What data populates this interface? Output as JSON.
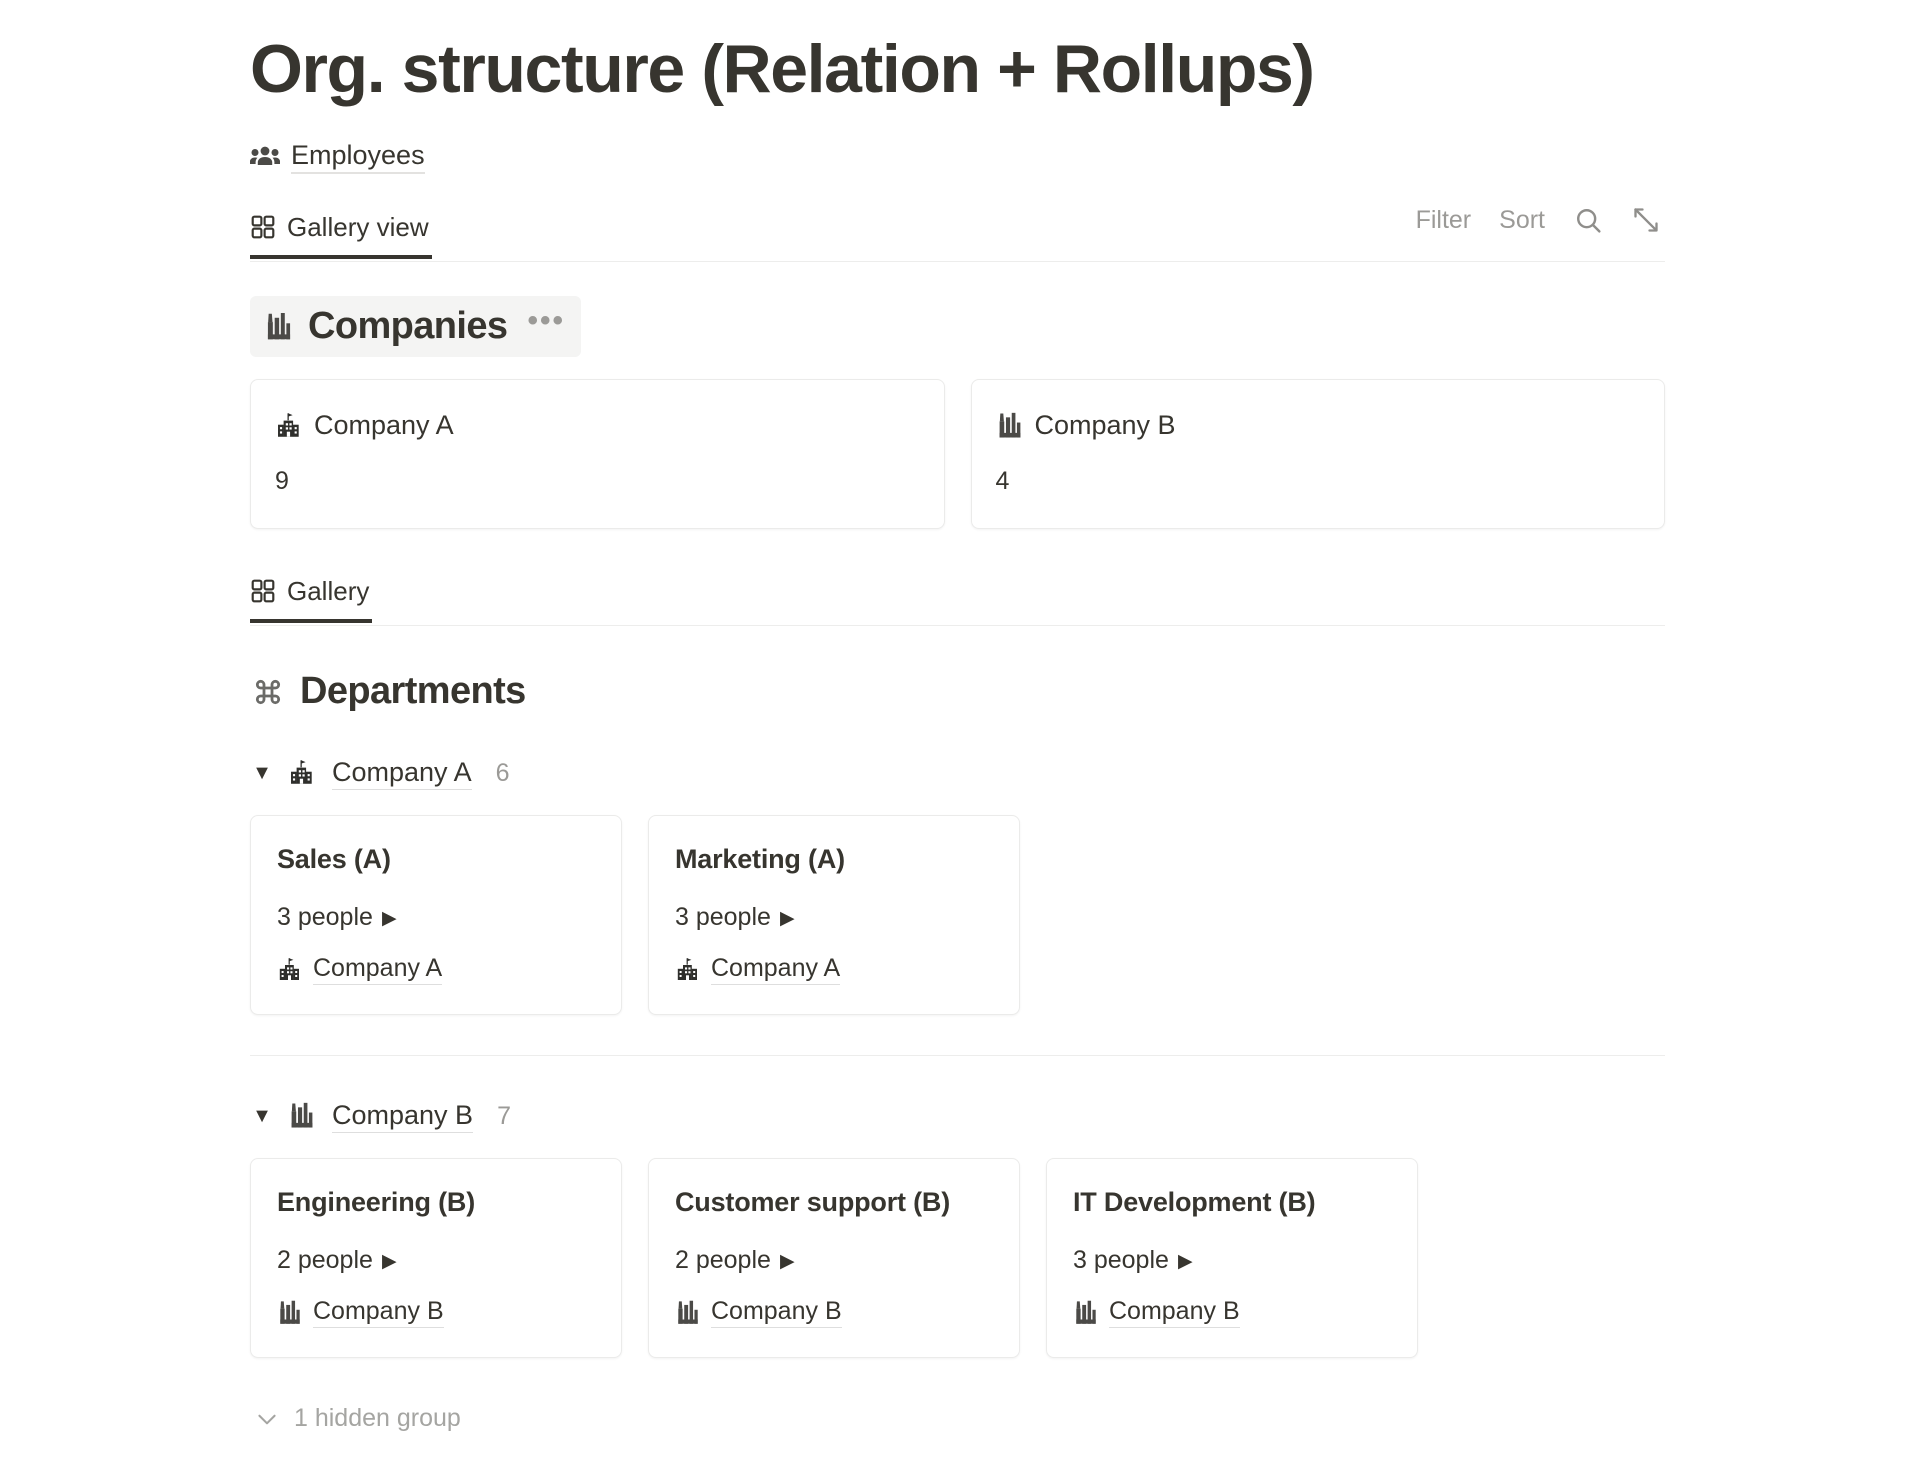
{
  "page": {
    "title": "Org. structure (Relation + Rollups)"
  },
  "breadcrumb": {
    "icon": "people-icon",
    "label": "Employees"
  },
  "viewbar": {
    "tabs": [
      {
        "label": "Gallery view",
        "icon": "gallery-icon",
        "active": true
      }
    ],
    "actions": {
      "filter_label": "Filter",
      "sort_label": "Sort",
      "search_icon": "search-icon",
      "expand_icon": "expand-diagonal-icon"
    }
  },
  "companies_block": {
    "heading": {
      "icon": "factory-building-icon",
      "label": "Companies",
      "menu_label": "•••",
      "highlighted": true
    },
    "cards": [
      {
        "icon": "school-building-icon",
        "title": "Company A",
        "value": "9"
      },
      {
        "icon": "factory-building-icon",
        "title": "Company B",
        "value": "4"
      }
    ]
  },
  "departments_block": {
    "tab": {
      "label": "Gallery",
      "icon": "gallery-icon",
      "active": true
    },
    "heading": {
      "icon": "command-loop-icon",
      "label": "Departments"
    },
    "groups": [
      {
        "caret": "▼",
        "icon": "school-building-icon",
        "name": "Company A",
        "count": "6",
        "cards": [
          {
            "title": "Sales (A)",
            "rollup": "3 people",
            "rollup_glyph": "▶",
            "relation_icon": "school-building-icon",
            "relation": "Company A"
          },
          {
            "title": "Marketing (A)",
            "rollup": "3 people",
            "rollup_glyph": "▶",
            "relation_icon": "school-building-icon",
            "relation": "Company A"
          }
        ]
      },
      {
        "caret": "▼",
        "icon": "factory-building-icon",
        "name": "Company B",
        "count": "7",
        "cards": [
          {
            "title": "Engineering (B)",
            "rollup": "2 people",
            "rollup_glyph": "▶",
            "relation_icon": "factory-building-icon",
            "relation": "Company B"
          },
          {
            "title": "Customer support (B)",
            "rollup": "2 people",
            "rollup_glyph": "▶",
            "relation_icon": "factory-building-icon",
            "relation": "Company B"
          },
          {
            "title": "IT Development (B)",
            "rollup": "3 people",
            "rollup_glyph": "▶",
            "relation_icon": "factory-building-icon",
            "relation": "Company B"
          }
        ]
      }
    ],
    "hidden_group": {
      "icon": "chevron-down-icon",
      "label": "1 hidden group"
    }
  },
  "colors": {
    "text": "#37352f",
    "muted": "#9b9a97",
    "border": "#ebebea",
    "highlight": "#f4f4f3"
  }
}
